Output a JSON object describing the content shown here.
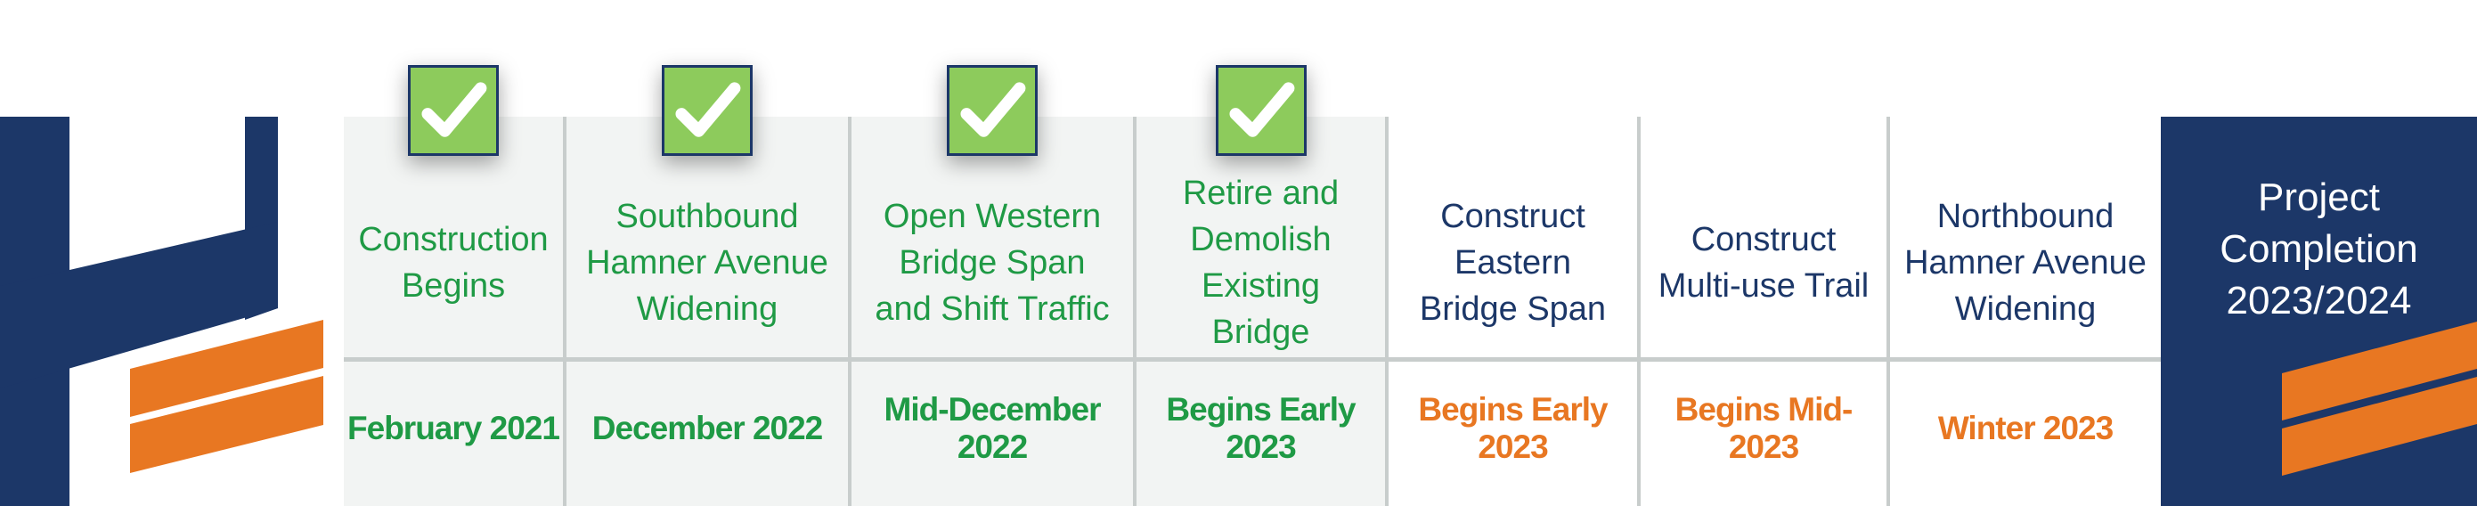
{
  "colors": {
    "navy": "#1c3768",
    "orange": "#e87722",
    "green_text": "#1f9a45",
    "check_green": "#8dcb5c",
    "done_bg": "#f2f4f3",
    "divider": "#c8cdcc"
  },
  "milestones": [
    {
      "label": "Construction\nBegins",
      "date": "February 2021",
      "status": "complete",
      "icon": "checkmark-icon"
    },
    {
      "label": "Southbound\nHamner Avenue\nWidening",
      "date": "December 2022",
      "status": "complete",
      "icon": "checkmark-icon"
    },
    {
      "label": "Open Western\nBridge Span\nand Shift Traffic",
      "date": "Mid-December 2022",
      "status": "complete",
      "icon": "checkmark-icon"
    },
    {
      "label": "Retire and\nDemolish\nExisting Bridge",
      "date": "Begins Early 2023",
      "status": "complete",
      "icon": "checkmark-icon"
    },
    {
      "label": "Construct\nEastern\nBridge Span",
      "date": "Begins Early 2023",
      "status": "pending"
    },
    {
      "label": "Construct\nMulti-use Trail",
      "date": "Begins Mid-2023",
      "status": "pending"
    },
    {
      "label": "Northbound\nHamner Avenue\nWidening",
      "date": "Winter 2023",
      "status": "pending"
    }
  ],
  "completion": {
    "title": "Project\nCompletion\n2023/2024"
  }
}
